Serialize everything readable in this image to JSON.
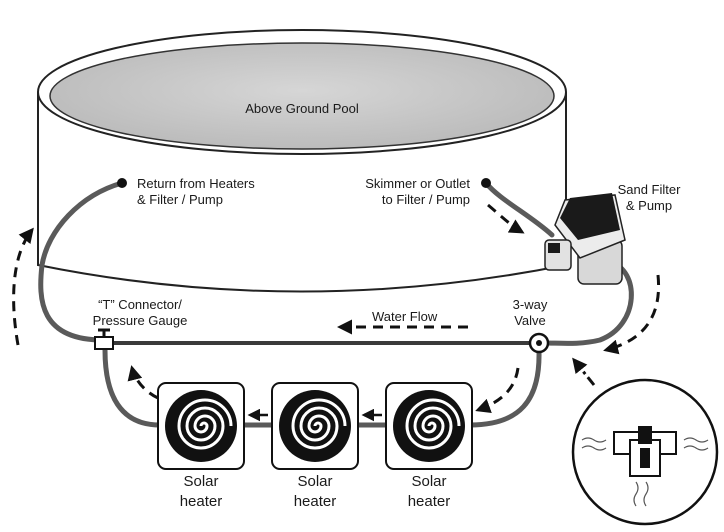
{
  "pool": {
    "label": "Above Ground Pool"
  },
  "labels": {
    "return": [
      "Return from Heaters",
      "& Filter / Pump"
    ],
    "skimmer": [
      "Skimmer or Outlet",
      "to Filter / Pump"
    ],
    "filter": [
      "Sand Filter",
      "& Pump"
    ],
    "t_connector": [
      "“T” Connector/",
      "Pressure Gauge"
    ],
    "water_flow": "Water Flow",
    "valve": [
      "3-way",
      "Valve"
    ]
  },
  "heaters": [
    {
      "line1": "Solar",
      "line2": "heater"
    },
    {
      "line1": "Solar",
      "line2": "heater"
    },
    {
      "line1": "Solar",
      "line2": "heater"
    }
  ]
}
